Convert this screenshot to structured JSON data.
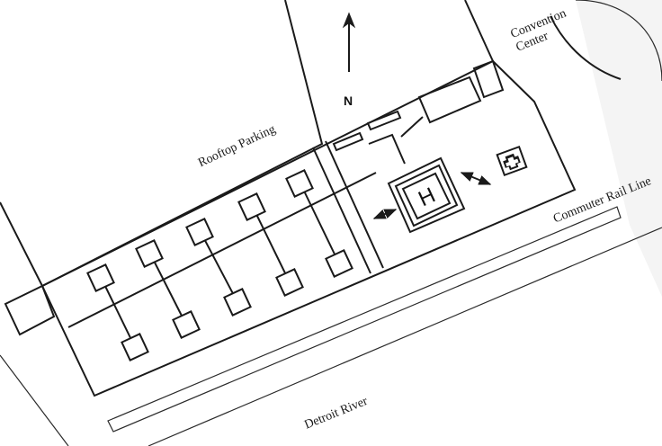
{
  "labels": {
    "rooftop_parking": "Rooftop Parking",
    "convention_center_line1": "Convention",
    "convention_center_line2": "Center",
    "commuter_rail_line": "Commuter Rail Line",
    "detroit_river": "Detroit River",
    "north": "N",
    "helipad": "H"
  },
  "icons": {
    "north_arrow": "north-arrow-icon",
    "helipad": "helipad-icon",
    "medical": "medical-cross-icon",
    "direction_arrow": "double-headed-arrow-icon"
  },
  "colors": {
    "ink": "#1a1a1a",
    "background": "#ffffff",
    "shade": "#f2f2f2"
  }
}
